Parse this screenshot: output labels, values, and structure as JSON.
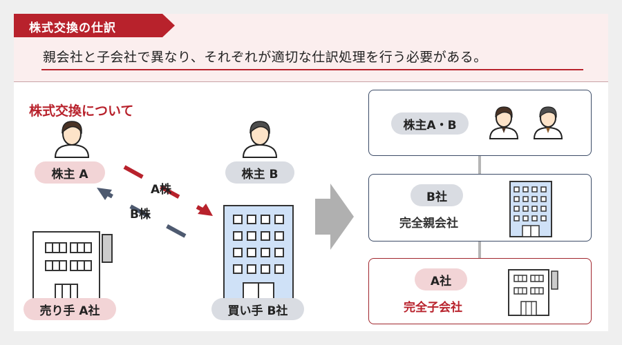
{
  "header": {
    "title": "株式交換の仕訳",
    "subtitle": "親会社と子会社で異なり、それぞれが適切な仕訳処理を行う必要がある。"
  },
  "section_title": "株式交換について",
  "left": {
    "shareholder_a": "株主 A",
    "shareholder_b": "株主 B",
    "seller_company": "売り手 A社",
    "buyer_company": "買い手 B社",
    "arrow_a_label": "A株",
    "arrow_b_label": "B株"
  },
  "right": {
    "box1": {
      "label": "株主A・B"
    },
    "box2": {
      "label": "B社",
      "caption": "完全親会社"
    },
    "box3": {
      "label": "A社",
      "caption": "完全子会社"
    }
  },
  "colors": {
    "accent_red": "#b8222c",
    "navy": "#3a4a66",
    "pink_pill": "#f2d4d6",
    "grey_pill": "#d9dce2",
    "building_blue": "#cfe1f7"
  }
}
